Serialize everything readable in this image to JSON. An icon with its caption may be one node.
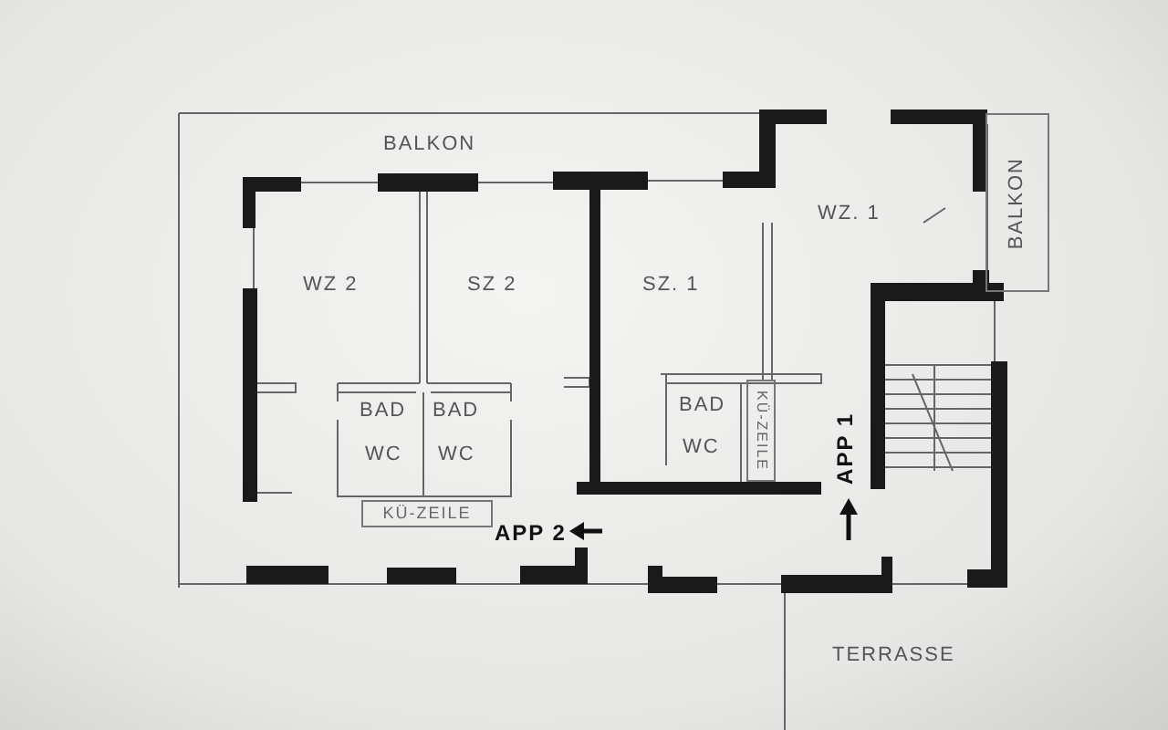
{
  "diagram": {
    "nodes": [
      {
        "text": [
          "BALKON"
        ]
      },
      {
        "text": [
          "KÜ-ZEILE"
        ]
      },
      {
        "text": [
          "KÜ-ZEILE"
        ]
      }
    ],
    "labels": [
      "BALKON",
      "WZ 2",
      "SZ 2",
      "SZ. 1",
      "WZ. 1",
      "BAD",
      "BAD",
      "WC",
      "WC",
      "BAD",
      "WC",
      "APP 2",
      "APP 1",
      "TERRASSE"
    ]
  }
}
